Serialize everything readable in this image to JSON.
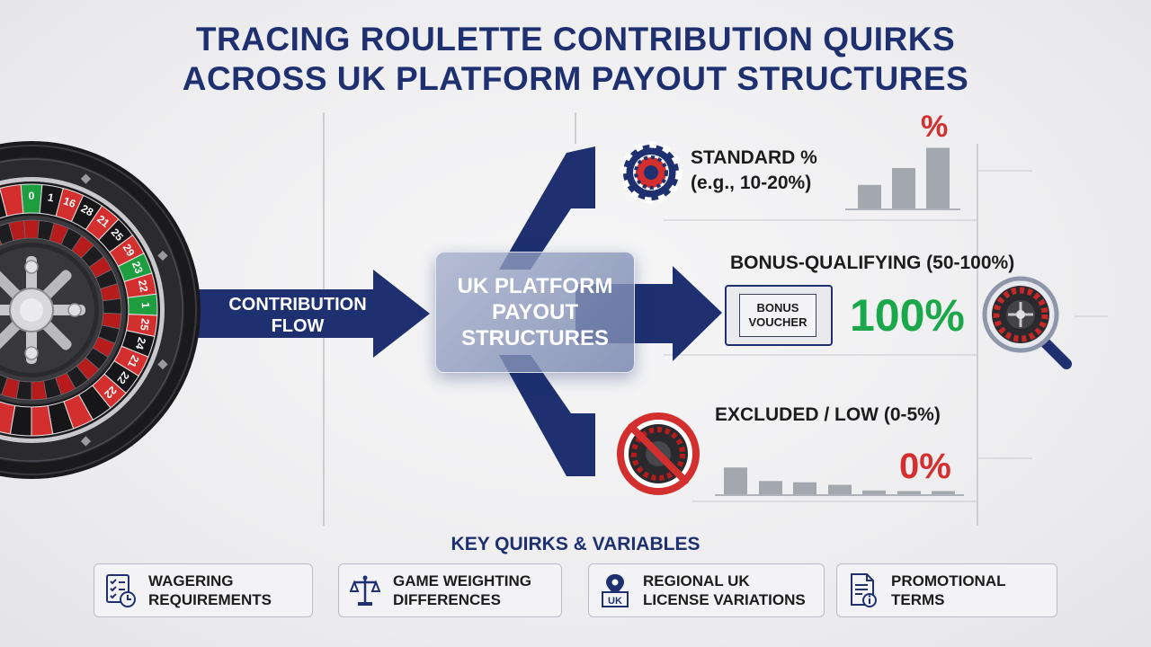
{
  "title": {
    "line1": "TRACING ROULETTE CONTRIBUTION QUIRKS",
    "line2": "ACROSS UK PLATFORM PAYOUT STRUCTURES"
  },
  "flow": {
    "line1": "CONTRIBUTION",
    "line2": "FLOW"
  },
  "center": {
    "line1": "UK PLATFORM",
    "line2": "PAYOUT",
    "line3": "STRUCTURES"
  },
  "wheel_numbers": [
    "0",
    "1",
    "16",
    "28",
    "21",
    "25",
    "29",
    "23",
    "22",
    "1",
    "25",
    "24",
    "21",
    "22",
    "22"
  ],
  "branches": {
    "standard": {
      "line1": "STANDARD %",
      "line2": "(e.g., 10-20%)",
      "symbol": "%",
      "bars": [
        0.35,
        0.6,
        0.9
      ]
    },
    "bonus": {
      "label": "BONUS-QUALIFYING (50-100%)",
      "voucher_line1": "BONUS",
      "voucher_line2": "VOUCHER",
      "value": "100%"
    },
    "excluded": {
      "label": "EXCLUDED / LOW (0-5%)",
      "value": "0%",
      "bars": [
        0.85,
        0.42,
        0.38,
        0.3,
        0.12,
        0.1,
        0.1
      ]
    }
  },
  "quirks": {
    "title": "KEY QUIRKS & VARIABLES",
    "items": [
      {
        "icon": "checklist-clock-icon",
        "line1": "WAGERING",
        "line2": "REQUIREMENTS"
      },
      {
        "icon": "scales-icon",
        "line1": "GAME WEIGHTING",
        "line2": "DIFFERENCES"
      },
      {
        "icon": "map-pin-uk-icon",
        "line1": "REGIONAL UK",
        "line2": "LICENSE VARIATIONS",
        "badge": "UK"
      },
      {
        "icon": "document-info-icon",
        "line1": "PROMOTIONAL",
        "line2": "TERMS"
      }
    ]
  },
  "colors": {
    "navy": "#1e3070",
    "red": "#d32f2f",
    "green": "#1aa84a",
    "bar_gray": "#a3a7ae"
  }
}
